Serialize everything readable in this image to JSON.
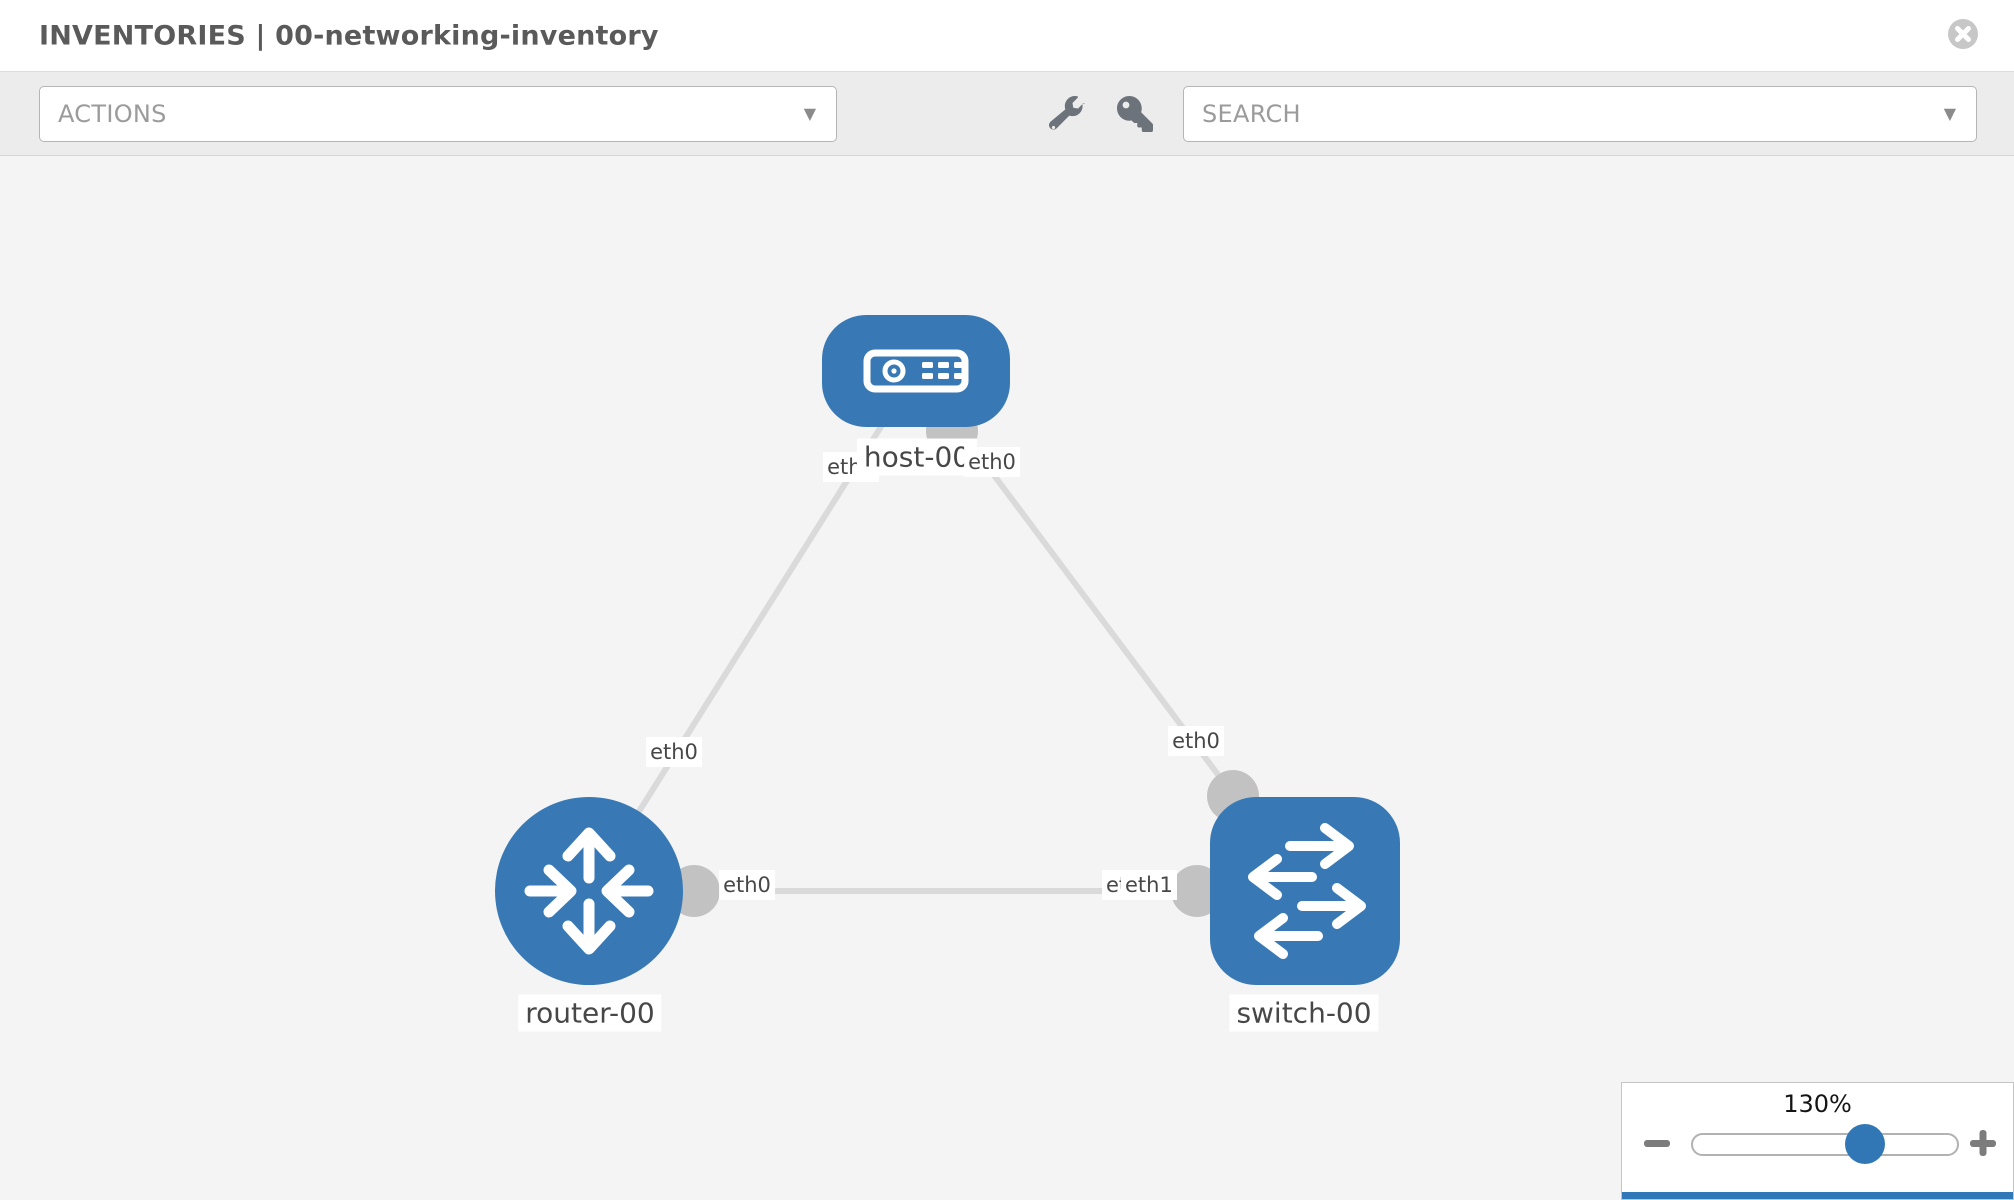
{
  "header": {
    "title": "INVENTORIES | 00-networking-inventory",
    "close_icon": "circle-x"
  },
  "toolbar": {
    "actions_label": "ACTIONS",
    "search_label": "SEARCH",
    "caret_glyph": "▼",
    "icons": [
      "wrench-icon",
      "key-icon"
    ]
  },
  "topology": {
    "nodes": [
      {
        "name": "host-00",
        "type": "host",
        "icon": "server-icon"
      },
      {
        "name": "router-00",
        "type": "router",
        "icon": "router-arrows-icon"
      },
      {
        "name": "switch-00",
        "type": "switch",
        "icon": "switch-arrows-icon"
      }
    ],
    "links": [
      {
        "from": "host-00",
        "from_interface": "eth0",
        "to": "router-00",
        "to_interface": "eth0"
      },
      {
        "from": "host-00",
        "from_interface": "eth0",
        "to": "switch-00",
        "to_interface": "eth0"
      },
      {
        "from": "router-00",
        "from_interface": "eth0",
        "to": "switch-00",
        "to_interface": "eth1"
      }
    ],
    "labels": {
      "host": "host-00",
      "router": "router-00",
      "switch": "switch-00",
      "host_if_left": "eth0",
      "host_if_right": "eth0",
      "link_host_router_if": "eth0",
      "link_host_switch_if": "eth0",
      "router_if_right": "eth0",
      "switch_if_hidden": "eth0",
      "switch_if_left": "eth1"
    }
  },
  "zoom_control": {
    "percent": "130%",
    "zoom_level": 130,
    "minus_icon": "minus-icon",
    "plus_icon": "plus-icon"
  },
  "colors": {
    "node_blue": "#3879b5",
    "link_gray": "#dadada",
    "endpoint_gray": "#c2c2c2",
    "toolbar_bg": "#ececec",
    "canvas_bg": "#f4f4f4"
  }
}
